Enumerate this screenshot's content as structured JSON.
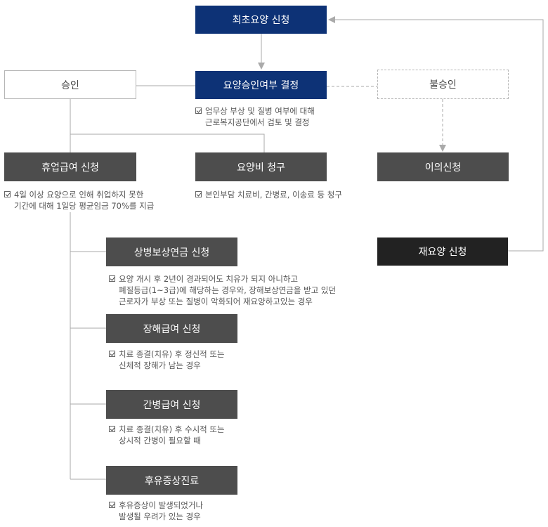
{
  "nodes": {
    "initial": "최초요양 신청",
    "decision": "요양승인여부 결정",
    "approve": "승인",
    "reject": "불승인",
    "suspension": "휴업급여 신청",
    "medical_cost": "요양비 청구",
    "objection": "이의신청",
    "re_treatment": "재요양 신청",
    "injury_pension": "상병보상연금 신청",
    "disability": "장해급여 신청",
    "nursing": "간병급여 신청",
    "aftercare": "후유증상진료"
  },
  "notes": {
    "decision": [
      "업무상 부상 및 질병 여부에 대해",
      "근로복지공단에서 검토 및 결정"
    ],
    "suspension": [
      "4일 이상 요양으로 인해 취업하지 못한",
      "기간에 대해 1일당 평균임금 70%를 지급"
    ],
    "medical_cost": [
      "본인부담 치료비, 간병료, 이송료 등 청구"
    ],
    "injury_pension": [
      "요양 개시 후 2년이 경과되어도 치유가 되지 아니하고",
      "폐질등급(1~3급)에 해당하는 경우와, 장해보상연금을 받고 있던",
      "근로자가 부상 또는 질병이 악화되어 재요양하고있는 경우"
    ],
    "disability": [
      "치료 종결(치유) 후 정신적 또는",
      "신체적 장해가 남는 경우"
    ],
    "nursing": [
      "치료 종결(치유) 후 수시적 또는",
      "상시적 간병이 필요할 때"
    ],
    "aftercare": [
      "후유증상이 발생되었거나",
      "발생될 우려가 있는 경우"
    ]
  },
  "colors": {
    "navy": "#0d3276",
    "gray": "#4d4d4d",
    "black": "#222222",
    "line": "#aaaaaa"
  }
}
